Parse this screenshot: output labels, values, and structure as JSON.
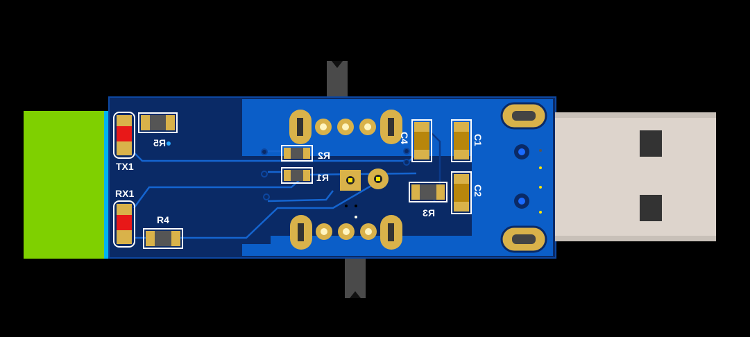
{
  "board": {
    "colors": {
      "background": "#000000",
      "board": "#0a2a66",
      "pour": "#0b5ec8",
      "pad": "#d9b24a",
      "green_block": "#7fd000",
      "led": "#e81818"
    },
    "labels": {
      "tx1": "TX1",
      "rx1": "RX1",
      "r1": "R1",
      "r2": "R2",
      "r3": "R3",
      "r4": "R4",
      "r5": "R5",
      "c1": "C1",
      "c2": "C2",
      "c4": "C4"
    }
  }
}
